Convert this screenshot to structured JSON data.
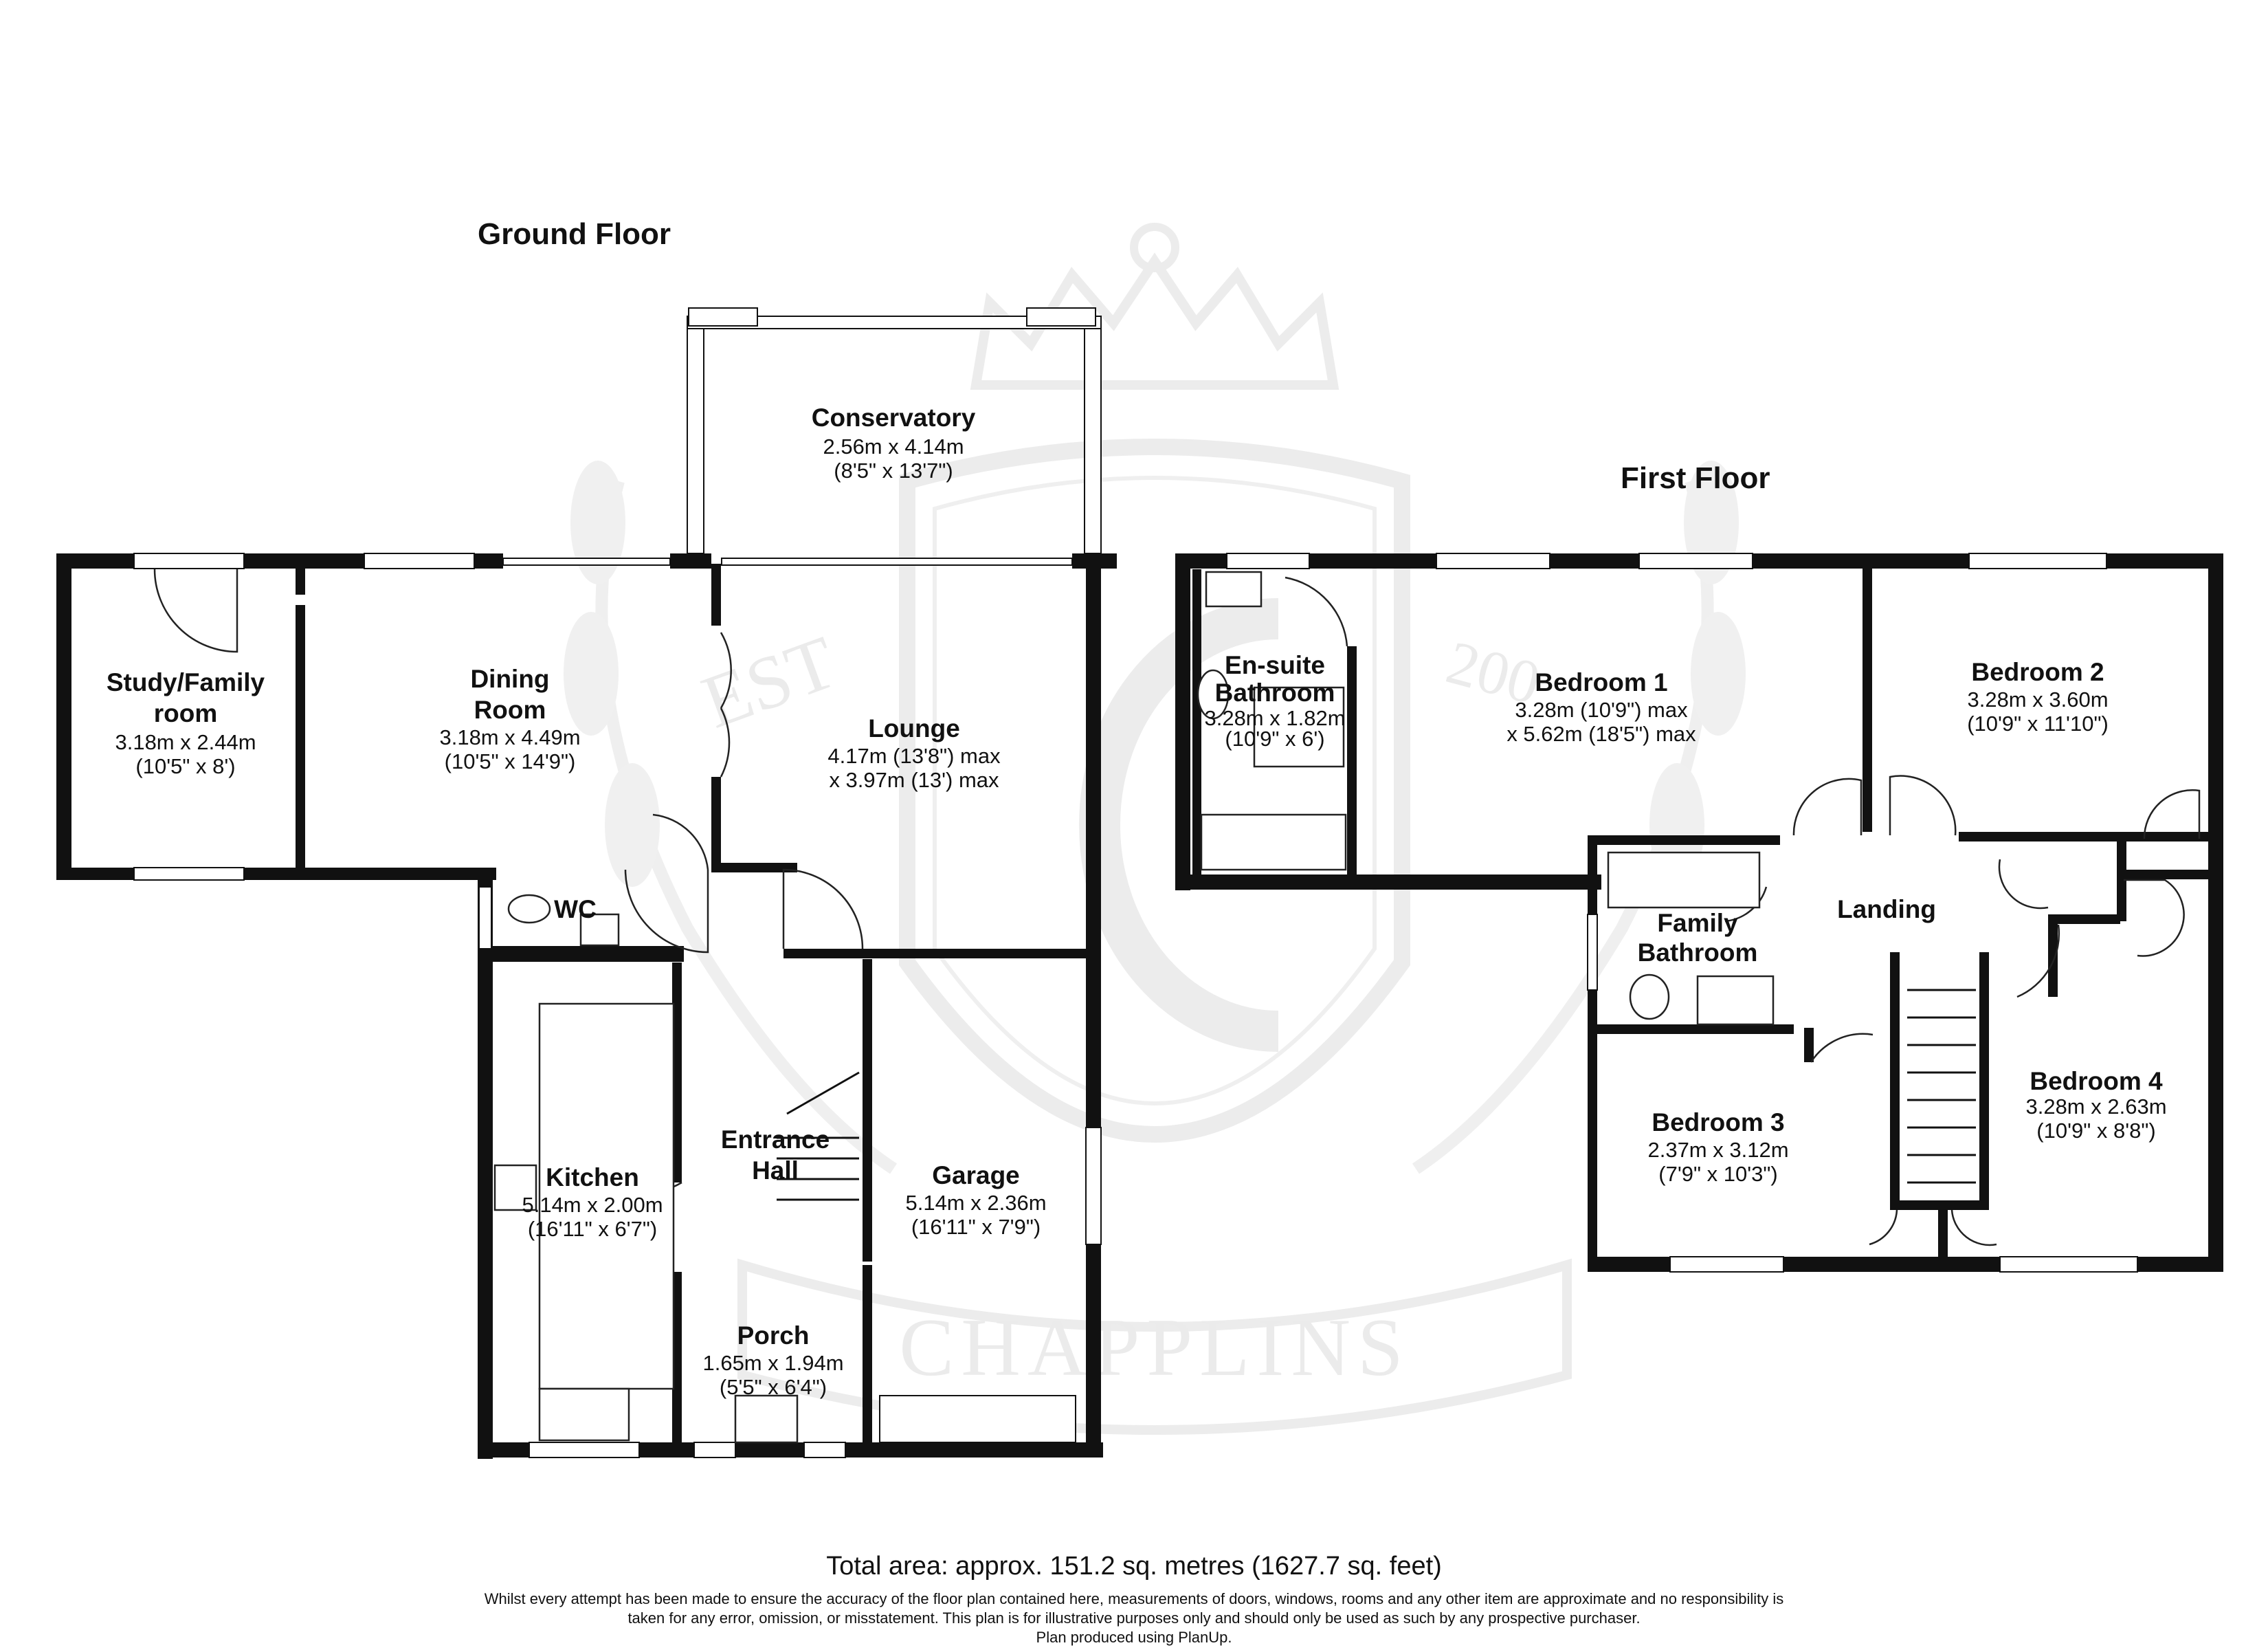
{
  "floors": {
    "ground": "Ground Floor",
    "first": "First Floor"
  },
  "rooms": {
    "conservatory": {
      "name": "Conservatory",
      "dim1": "2.56m x 4.14m",
      "dim2": "(8'5\" x 13'7\")"
    },
    "study": {
      "name1": "Study/Family",
      "name2": "room",
      "dim1": "3.18m x 2.44m",
      "dim2": "(10'5\" x 8')"
    },
    "dining": {
      "name1": "Dining",
      "name2": "Room",
      "dim1": "3.18m x 4.49m",
      "dim2": "(10'5\" x 14'9\")"
    },
    "lounge": {
      "name": "Lounge",
      "dim1": "4.17m (13'8\") max",
      "dim2": "x 3.97m (13') max"
    },
    "wc": {
      "name": "WC"
    },
    "kitchen": {
      "name": "Kitchen",
      "dim1": "5.14m x 2.00m",
      "dim2": "(16'11\" x 6'7\")"
    },
    "entrance": {
      "name1": "Entrance",
      "name2": "Hall"
    },
    "garage": {
      "name": "Garage",
      "dim1": "5.14m x 2.36m",
      "dim2": "(16'11\" x 7'9\")"
    },
    "porch": {
      "name": "Porch",
      "dim1": "1.65m x 1.94m",
      "dim2": "(5'5\" x 6'4\")"
    },
    "ensuite": {
      "name1": "En-suite",
      "name2": "Bathroom",
      "dim1": "3.28m x 1.82m",
      "dim2": "(10'9\" x 6')"
    },
    "bed1": {
      "name": "Bedroom 1",
      "dim1": "3.28m (10'9\") max",
      "dim2": "x 5.62m (18'5\") max"
    },
    "bed2": {
      "name": "Bedroom 2",
      "dim1": "3.28m x 3.60m",
      "dim2": "(10'9\" x 11'10\")"
    },
    "landing": {
      "name": "Landing"
    },
    "family_bath": {
      "name1": "Family",
      "name2": "Bathroom"
    },
    "bed3": {
      "name": "Bedroom 3",
      "dim1": "2.37m x 3.12m",
      "dim2": "(7'9\" x 10'3\")"
    },
    "bed4": {
      "name": "Bedroom 4",
      "dim1": "3.28m x 2.63m",
      "dim2": "(10'9\" x 8'8\")"
    }
  },
  "footer": {
    "total": "Total area: approx. 151.2 sq. metres (1627.7 sq. feet)",
    "disclaimer1": "Whilst every attempt has been made to ensure the accuracy of the floor plan contained here, measurements of doors, windows, rooms and any other item are approximate and no responsibility is",
    "disclaimer2": "taken for any error, omission, or misstatement. This plan is for illustrative purposes only and should only be used as such by any prospective purchaser.",
    "produced": "Plan produced using PlanUp."
  },
  "watermark": {
    "brand": "CHAPPLINS",
    "est": "EST",
    "year": "200"
  }
}
